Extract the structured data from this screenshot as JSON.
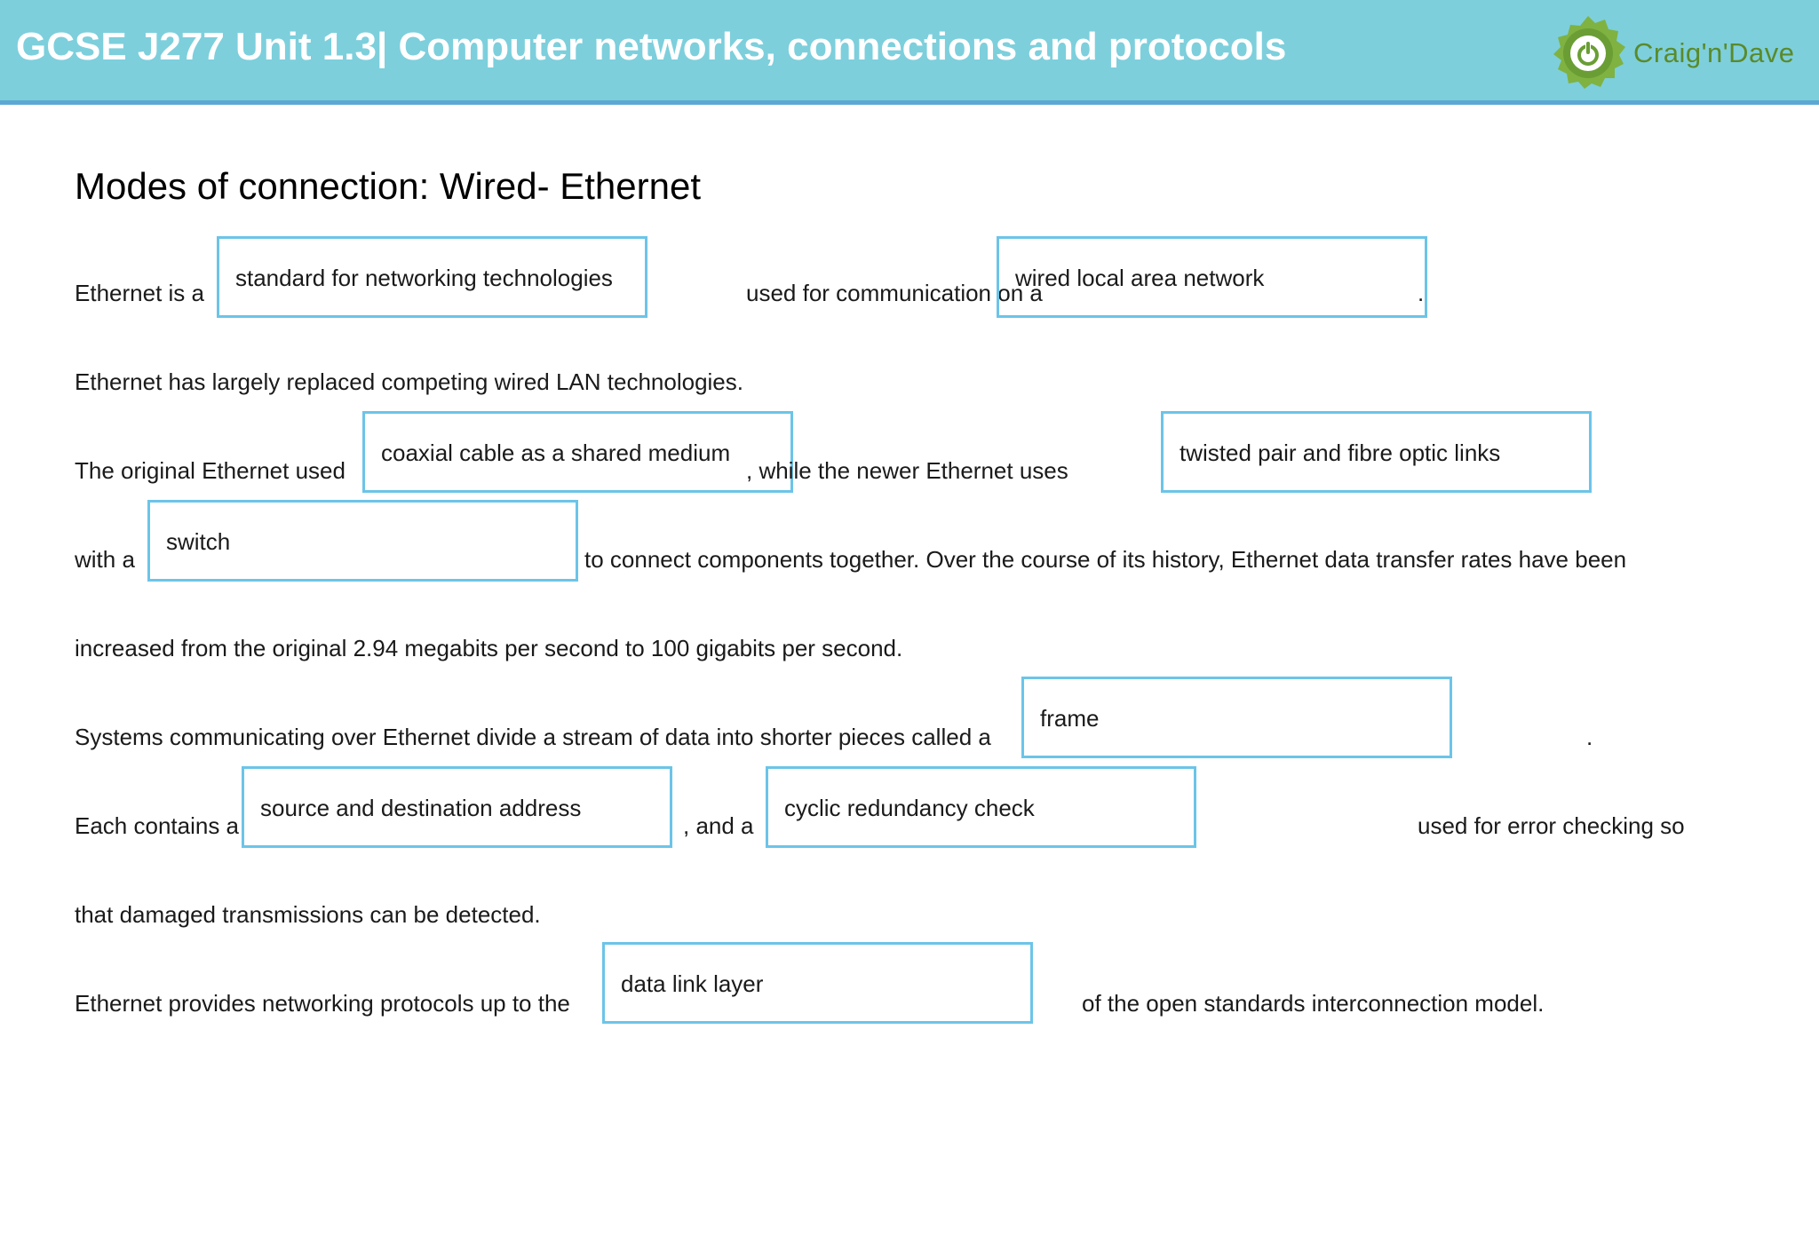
{
  "header": {
    "title": "GCSE J277 Unit 1.3| Computer networks, connections and protocols",
    "brand": "Craig'n'Dave",
    "logo_icon": "power-icon",
    "colors": {
      "bar": "#7dcfdc",
      "underline": "#5ba8d4",
      "box_border": "#6cc4e8",
      "brand_green": "#5a8a2a"
    }
  },
  "section_heading": "Modes of connection: Wired- Ethernet",
  "text": {
    "l1a": "Ethernet is a",
    "l1b": "used for communication on a",
    "l1c": ".",
    "l2": "Ethernet has largely replaced competing wired LAN technologies.",
    "l3a": "The original Ethernet used",
    "l3b": ", while the newer Ethernet uses",
    "l4a": "with a",
    "l4b": "to connect components together. Over the course of its history, Ethernet data transfer rates have been",
    "l5": "increased from the original 2.94 megabits per second to 100 gigabits per second.",
    "l6a": "Systems communicating over Ethernet divide a stream of data into shorter pieces called a",
    "l6b": ".",
    "l7a": "Each contains a",
    "l7b": ", and a",
    "l7c": "used for error checking so",
    "l8": "that damaged transmissions can be detected.",
    "l9a": "Ethernet provides networking protocols up to the",
    "l9b": "of the open standards interconnection model."
  },
  "answers": {
    "a1": "standard for networking technologies",
    "a2": "wired local area network",
    "a3": "coaxial cable as a shared medium",
    "a4": "twisted pair and fibre optic links",
    "a5": "switch",
    "a6": "frame",
    "a7": "source and destination address",
    "a8": "cyclic redundancy check",
    "a9": "data link layer"
  }
}
